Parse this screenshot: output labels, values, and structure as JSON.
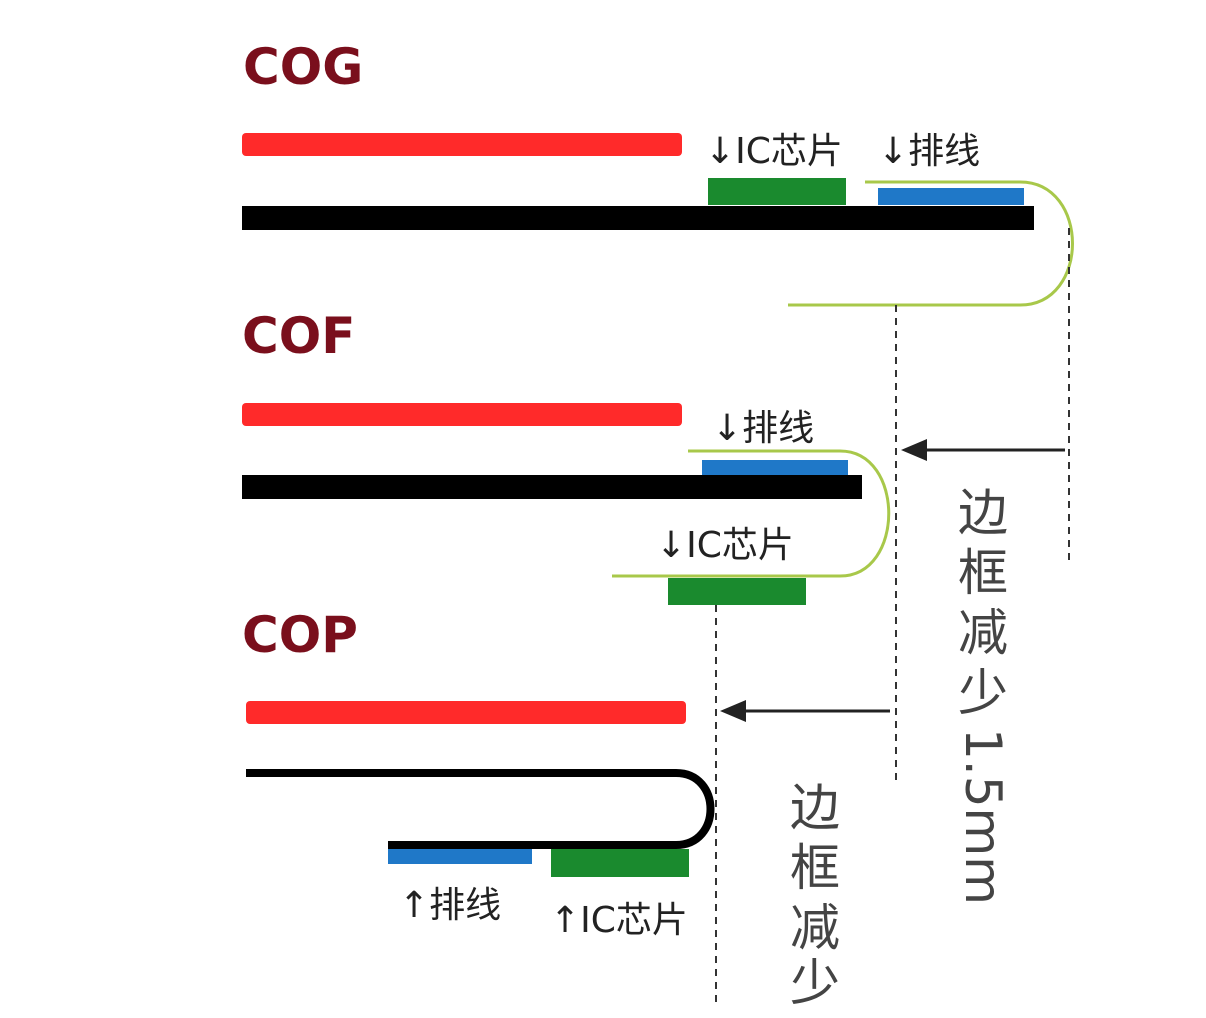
{
  "sections": {
    "cog": {
      "title": "COG",
      "ic_label": "↓IC芯片",
      "cable_label": "↓排线"
    },
    "cof": {
      "title": "COF",
      "cable_label": "↓排线",
      "ic_label": "↓IC芯片"
    },
    "cop": {
      "title": "COP",
      "cable_label": "↑排线",
      "ic_label": "↑IC芯片"
    }
  },
  "annotations": {
    "bezel_15_chars": [
      "边",
      "框",
      "减",
      "少"
    ],
    "bezel_15_value": "1.5mm",
    "bezel_chars": [
      "边",
      "框",
      "减",
      "少"
    ]
  },
  "colors": {
    "glass": "#ff2a2a",
    "panel": "#000000",
    "ic_chip": "#1a8a2e",
    "cable": "#1f78c8",
    "flex": "#a8c84a",
    "title": "#7a0f1c"
  }
}
